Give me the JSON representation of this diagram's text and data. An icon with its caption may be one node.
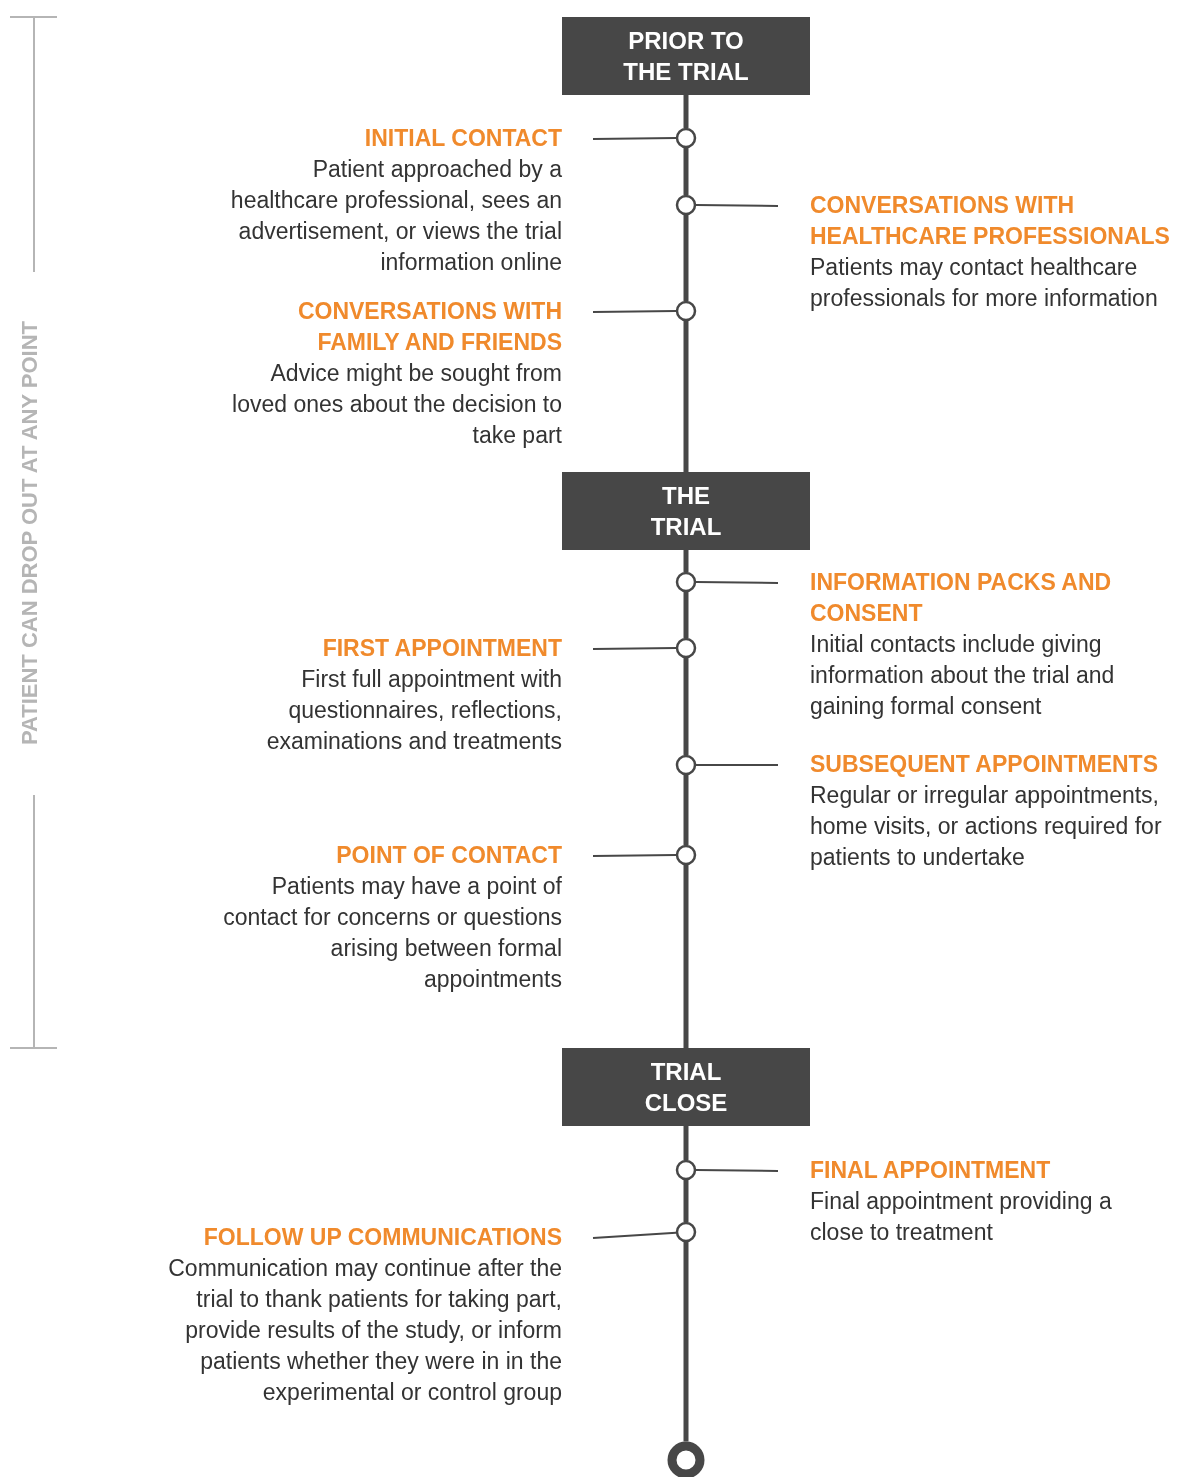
{
  "diagram": {
    "nodes": [
      {
        "text": [
          "PRIOR TO THE TRIAL"
        ]
      },
      {
        "text": [],
        "shape": "circle"
      },
      {
        "text": [
          "INITIAL CONTACT",
          "Patient approached by a healthcare professional, sees an advertisement, or views the trial information online"
        ]
      },
      {
        "text": [],
        "shape": "circle"
      },
      {
        "text": [
          "CONVERSATIONS WITH HEALTHCARE PROFESSIONALS",
          "Patients may contact healthcare professionals for more information"
        ]
      },
      {
        "text": [],
        "shape": "circle"
      },
      {
        "text": [
          "CONVERSATIONS WITH FAMILY AND FRIENDS",
          "Advice might be sought from loved ones about the decision to take part"
        ]
      },
      {
        "text": [
          "THE TRIAL"
        ]
      },
      {
        "text": [],
        "shape": "circle"
      },
      {
        "text": [
          "INFORMATION PACKS AND CONSENT",
          "Initial contacts include giving information about the trial and gaining formal consent"
        ]
      },
      {
        "text": [],
        "shape": "circle"
      },
      {
        "text": [
          "FIRST APPOINTMENT",
          "First full appointment with questionnaires, reflections, examinations and treatments"
        ]
      },
      {
        "text": [],
        "shape": "circle"
      },
      {
        "text": [
          "SUBSEQUENT APPOINTMENTS",
          "Regular or irregular appointments, home visits, or actions required for patients to undertake"
        ]
      },
      {
        "text": [],
        "shape": "circle"
      },
      {
        "text": [
          "POINT OF CONTACT",
          "Patients may have a point of contact for concerns or questions arising between formal appointments"
        ]
      },
      {
        "text": [
          "TRIAL CLOSE"
        ]
      },
      {
        "text": [],
        "shape": "circle"
      },
      {
        "text": [
          "FINAL APPOINTMENT",
          "Final appointment providing a close to treatment"
        ]
      },
      {
        "text": [],
        "shape": "circle"
      },
      {
        "text": [
          "FOLLOW UP COMMUNICATIONS",
          "Communication may continue after the trial to thank patients for taking part, provide results of the study, or inform patients whether they were in in the experimental or control group"
        ]
      },
      {
        "text": [],
        "shape": "circle"
      }
    ],
    "edges": [
      {
        "from": 0,
        "to": 1,
        "arrow": "none"
      },
      {
        "from": 1,
        "to": 2,
        "arrow": "none"
      },
      {
        "from": 1,
        "to": 3,
        "arrow": "none"
      },
      {
        "from": 3,
        "to": 4,
        "arrow": "none"
      },
      {
        "from": 3,
        "to": 5,
        "arrow": "none"
      },
      {
        "from": 5,
        "to": 6,
        "arrow": "none"
      },
      {
        "from": 5,
        "to": 7,
        "arrow": "none"
      },
      {
        "from": 7,
        "to": 8,
        "arrow": "none"
      },
      {
        "from": 8,
        "to": 9,
        "arrow": "none"
      },
      {
        "from": 8,
        "to": 10,
        "arrow": "none"
      },
      {
        "from": 10,
        "to": 11,
        "arrow": "none"
      },
      {
        "from": 10,
        "to": 12,
        "arrow": "none"
      },
      {
        "from": 12,
        "to": 13,
        "arrow": "none"
      },
      {
        "from": 12,
        "to": 14,
        "arrow": "none"
      },
      {
        "from": 14,
        "to": 15,
        "arrow": "none"
      },
      {
        "from": 14,
        "to": 16,
        "arrow": "none"
      },
      {
        "from": 16,
        "to": 17,
        "arrow": "none"
      },
      {
        "from": 17,
        "to": 18,
        "arrow": "none"
      },
      {
        "from": 17,
        "to": 19,
        "arrow": "none"
      },
      {
        "from": 19,
        "to": 20,
        "arrow": "none"
      },
      {
        "from": 19,
        "to": 21,
        "arrow": "none"
      }
    ],
    "labels": [
      "PATIENT CAN DROP OUT AT ANY POINT"
    ]
  }
}
